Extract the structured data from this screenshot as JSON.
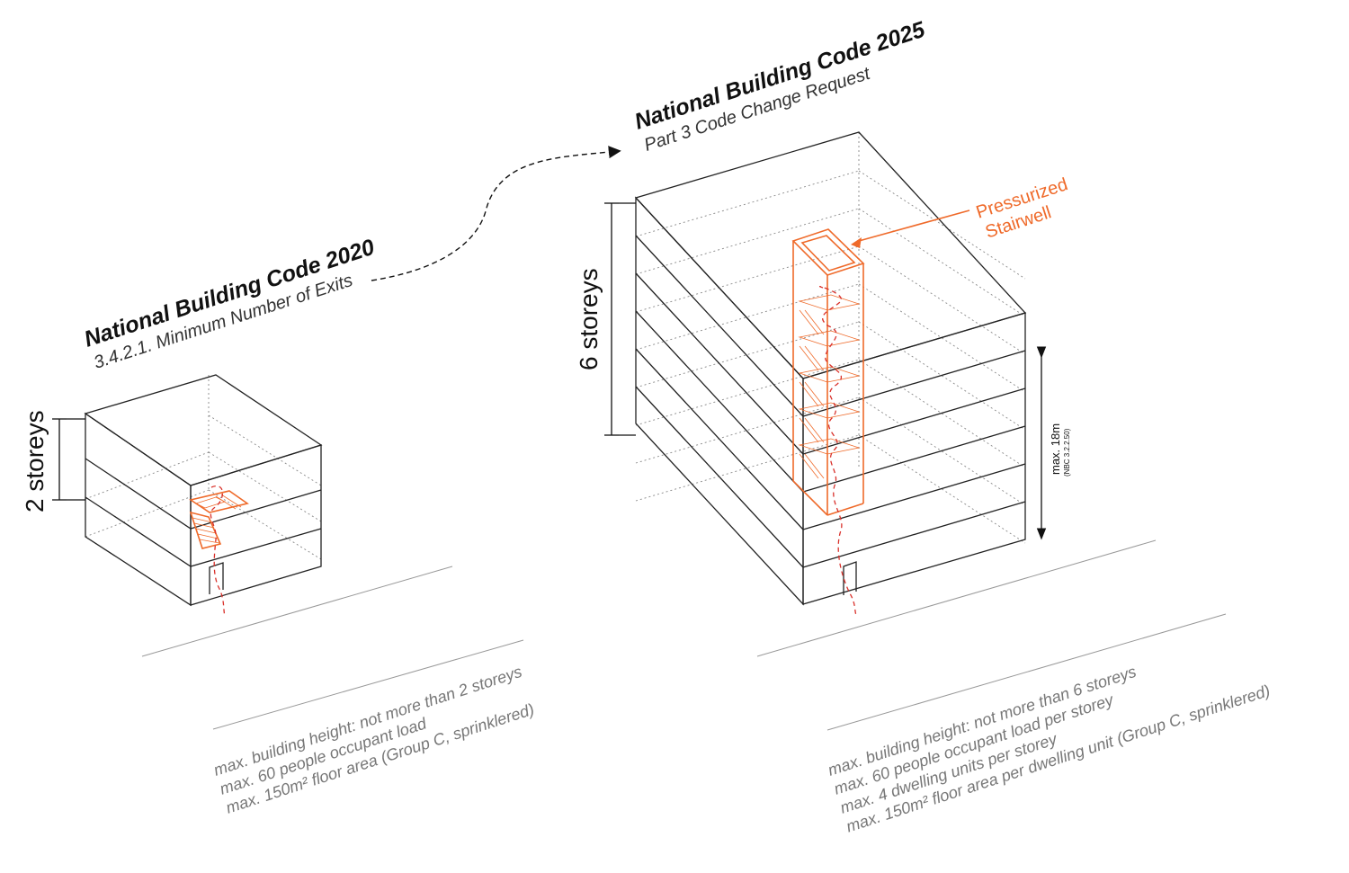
{
  "code_2020": {
    "title": "National Building Code 2020",
    "subtitle": "3.4.2.1. Minimum Number of Exits",
    "storeys_label": "2 storeys",
    "notes": [
      "max. building height: not more than 2 storeys",
      "max. 60 people occupant load",
      "max. 150m² floor area (Group C, sprinklered)"
    ]
  },
  "code_2025": {
    "title": "National Building Code 2025",
    "subtitle": "Part 3 Code Change Request",
    "storeys_label": "6 storeys",
    "stairwell_label_line1": "Pressurized",
    "stairwell_label_line2": "Stairwell",
    "height_label": "max. 18m",
    "height_ref": "(NBC 3.2.2.50)",
    "notes": [
      "max. building height: not more than 6 storeys",
      "max. 60 people occupant load per storey",
      "max. 4 dwelling units per storey",
      "max. 150m² floor area per dwelling unit (Group C, sprinklered)"
    ]
  },
  "colors": {
    "accent": "#ef6a2a",
    "egress_path": "#d9302a",
    "lines": "#222222",
    "notes": "#777777"
  }
}
